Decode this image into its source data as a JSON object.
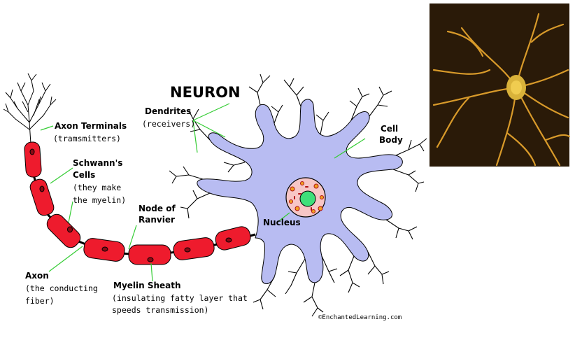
{
  "title": "NEURON",
  "labels": {
    "dendrites": {
      "name": "Dendrites",
      "desc": "(receivers)"
    },
    "axon_terminals": {
      "name": "Axon Terminals",
      "desc": "(tramsmitters)"
    },
    "cell_body": {
      "line1": "Cell",
      "line2": "Body"
    },
    "schwann": {
      "line1": "Schwann's",
      "line2": "Cells",
      "desc1": "(they make",
      "desc2": "the myelin)"
    },
    "node_of_ranvier": {
      "line1": "Node of",
      "line2": "Ranvier"
    },
    "nucleus": "Nucleus",
    "axon": {
      "name": "Axon",
      "desc1": "(the conducting",
      "desc2": "fiber)"
    },
    "myelin_sheath": {
      "name": "Myelin Sheath",
      "desc1": "(insulating fatty layer that",
      "desc2": "speeds transmission)"
    }
  },
  "credit": "©EnchantedLearning.com",
  "colors": {
    "myelin": "#ee1b2d",
    "cell_body": "#b8bcf2",
    "leader_lines": "#33cc33",
    "nucleus_outer": "#f7c6c6",
    "nucleus_inner": "#3ee07a",
    "photo_background": "#2a1a08",
    "photo_neuron": "#e0a528"
  }
}
